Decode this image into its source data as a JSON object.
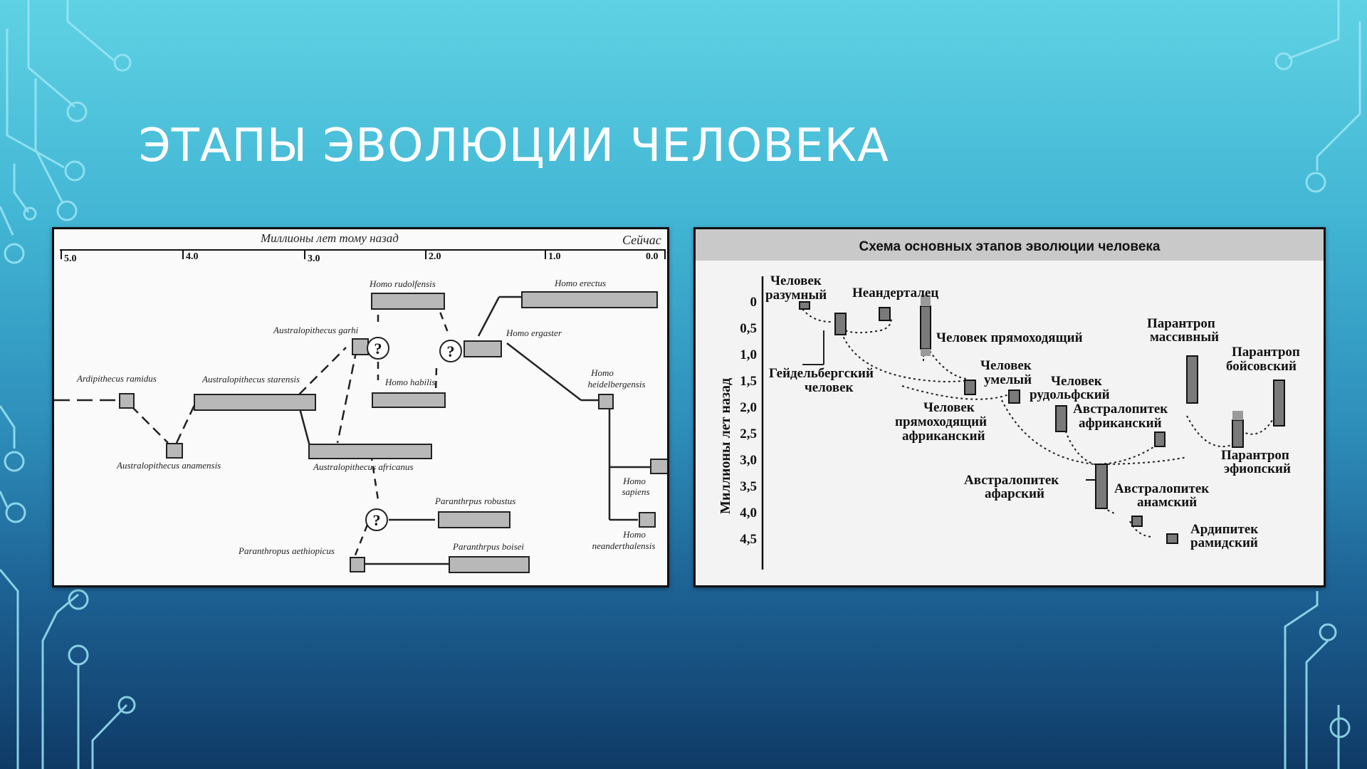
{
  "slide": {
    "title": "ЭТАПЫ ЭВОЛЮЦИИ ЧЕЛОВЕКА"
  },
  "colors": {
    "accent": "#ffffff",
    "circuit": "#8fe3f2",
    "box_fill": "#b8b8b8",
    "bar_fill": "#7a7a7a"
  },
  "left_diagram": {
    "axis_title": "Миллионы лет тому назад",
    "now_label": "Сейчас",
    "ticks": [
      "5.0",
      "4.0",
      "3.0",
      "2.0",
      "1.0",
      "0.0"
    ],
    "taxa": {
      "ardipithecus_ramidus": "Ardipithecus ramidus",
      "australopithecus_anamensis": "Australopithecus anamensis",
      "australopithecus_starensis": "Australopithecus starensis",
      "australopithecus_garhi": "Australopithecus garhi",
      "australopithecus_africanus": "Australopithecus africanus",
      "homo_rudolfensis": "Homo rudolfensis",
      "homo_habilis": "Homo habilis",
      "homo_ergaster": "Homo ergaster",
      "homo_erectus": "Homo erectus",
      "homo_heidelbergensis_1": "Homo",
      "homo_heidelbergensis_2": "heidelbergensis",
      "homo_sapiens_1": "Homo",
      "homo_sapiens_2": "sapiens",
      "homo_neanderthalensis_1": "Homo",
      "homo_neanderthalensis_2": "neanderthalensis",
      "paranthropus_robustus": "Paranthrpus robustus",
      "paranthropus_aethiopicus": "Paranthropus aethiopicus",
      "paranthropus_boisei": "Paranthrpus boisei"
    },
    "question_mark": "?"
  },
  "right_diagram": {
    "header": "Схема основных этапов эволюции человека",
    "y_axis_label": "Миллионы лет назад",
    "y_ticks": [
      "0",
      "0,5",
      "1,0",
      "1,5",
      "2,0",
      "2,5",
      "3,0",
      "3,5",
      "4,0",
      "4,5"
    ],
    "labels": {
      "sapiens_1": "Человек",
      "sapiens_2": "разумный",
      "neanderthal": "Неандерталец",
      "erectus": "Человек прямоходящий",
      "heidelberg_1": "Гейдельбергский",
      "heidelberg_2": "человек",
      "habilis_1": "Человек",
      "habilis_2": "умелый",
      "rudolfensis_1": "Человек",
      "rudolfensis_2": "рудольфский",
      "ergaster_1": "Человек",
      "ergaster_2": "прямоходящий",
      "ergaster_3": "африканский",
      "africanus_1": "Австралопитек",
      "africanus_2": "африканский",
      "robustus_1": "Парантроп",
      "robustus_2": "массивный",
      "boisei_1": "Парантроп",
      "boisei_2": "бойсовский",
      "aethiopicus_1": "Парантроп",
      "aethiopicus_2": "эфиопский",
      "afarensis_1": "Австралопитек",
      "afarensis_2": "афарский",
      "anamensis_1": "Австралопитек",
      "anamensis_2": "анамский",
      "ramidus_1": "Ардипитек",
      "ramidus_2": "рамидский"
    }
  }
}
